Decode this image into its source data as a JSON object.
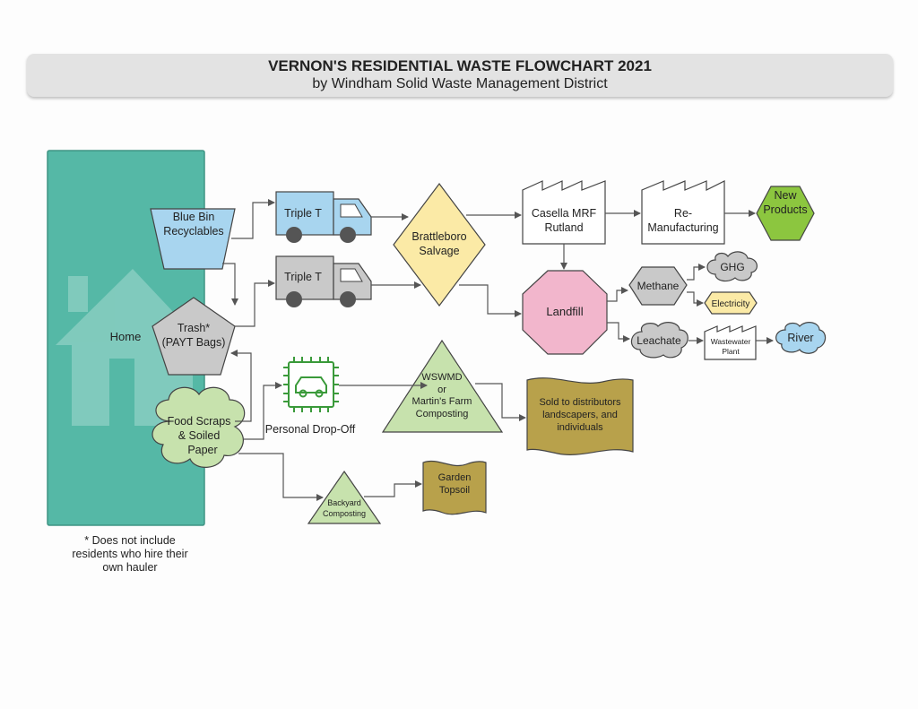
{
  "title": {
    "main": "VERNON'S RESIDENTIAL WASTE FLOWCHART 2021",
    "subtitle": "by Windham Solid Waste Management District"
  },
  "nodes": {
    "home": "Home",
    "blue_bin": [
      "Blue Bin",
      "Recyclables"
    ],
    "trash": [
      "Trash*",
      "(PAYT Bags)"
    ],
    "food_scraps": [
      "Food Scraps",
      "& Soiled",
      "Paper"
    ],
    "truck_recycling": "Triple T",
    "truck_trash": "Triple T",
    "brattleboro": [
      "Brattleboro",
      "Salvage"
    ],
    "casella": [
      "Casella MRF",
      "Rutland"
    ],
    "remanufacturing": [
      "Re-",
      "Manufacturing"
    ],
    "new_products": [
      "New",
      "Products"
    ],
    "landfill": "Landfill",
    "methane": "Methane",
    "ghg": "GHG",
    "electricity": "Electricity",
    "leachate": "Leachate",
    "wastewater": [
      "Wastewater",
      "Plant"
    ],
    "river": "River",
    "personal_dropoff": "Personal Drop-Off",
    "wswmd": [
      "WSWMD",
      "or",
      "Martin's Farm",
      "Composting"
    ],
    "sold": [
      "Sold to distributors",
      "landscapers, and",
      "individuals"
    ],
    "backyard": [
      "Backyard",
      "Composting"
    ],
    "garden": [
      "Garden",
      "Topsoil"
    ]
  },
  "footnote": [
    "* Does not include",
    "residents who hire their",
    "own hauler"
  ],
  "colors": {
    "home_teal": "#55b8a6",
    "blue_bin": "#a8d5ef",
    "gray_node": "#c9c9c9",
    "food_green": "#c7e2ad",
    "diamond_yellow": "#fbeaa6",
    "landfill_pink": "#f2b6cc",
    "new_products_green": "#8cc63f",
    "electricity_yellow": "#fbeaa6",
    "river_blue": "#a8d5ef",
    "compost_green": "#c7e2ad",
    "soil_brown": "#b8a14b",
    "chip_green": "#3a9a3a",
    "arrow": "#555555"
  },
  "icons": [
    "house-icon",
    "truck-icon",
    "factory-icon",
    "car-chip-icon"
  ]
}
